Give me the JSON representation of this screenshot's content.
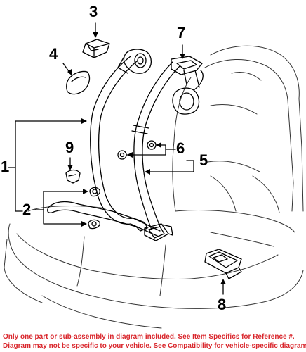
{
  "diagram": {
    "callouts": [
      {
        "id": "1",
        "label": "1"
      },
      {
        "id": "2",
        "label": "2"
      },
      {
        "id": "3",
        "label": "3"
      },
      {
        "id": "4",
        "label": "4"
      },
      {
        "id": "5",
        "label": "5"
      },
      {
        "id": "6",
        "label": "6"
      },
      {
        "id": "7",
        "label": "7"
      },
      {
        "id": "8",
        "label": "8"
      },
      {
        "id": "9",
        "label": "9"
      }
    ]
  },
  "footer": {
    "line1": "Only one part or sub-assembly in diagram included. See Item Specifics for Reference #.",
    "line2": "Diagram may not be specific to your vehicle. See Compatibility for vehicle-specific diagrams.",
    "color": "#d9262c"
  }
}
